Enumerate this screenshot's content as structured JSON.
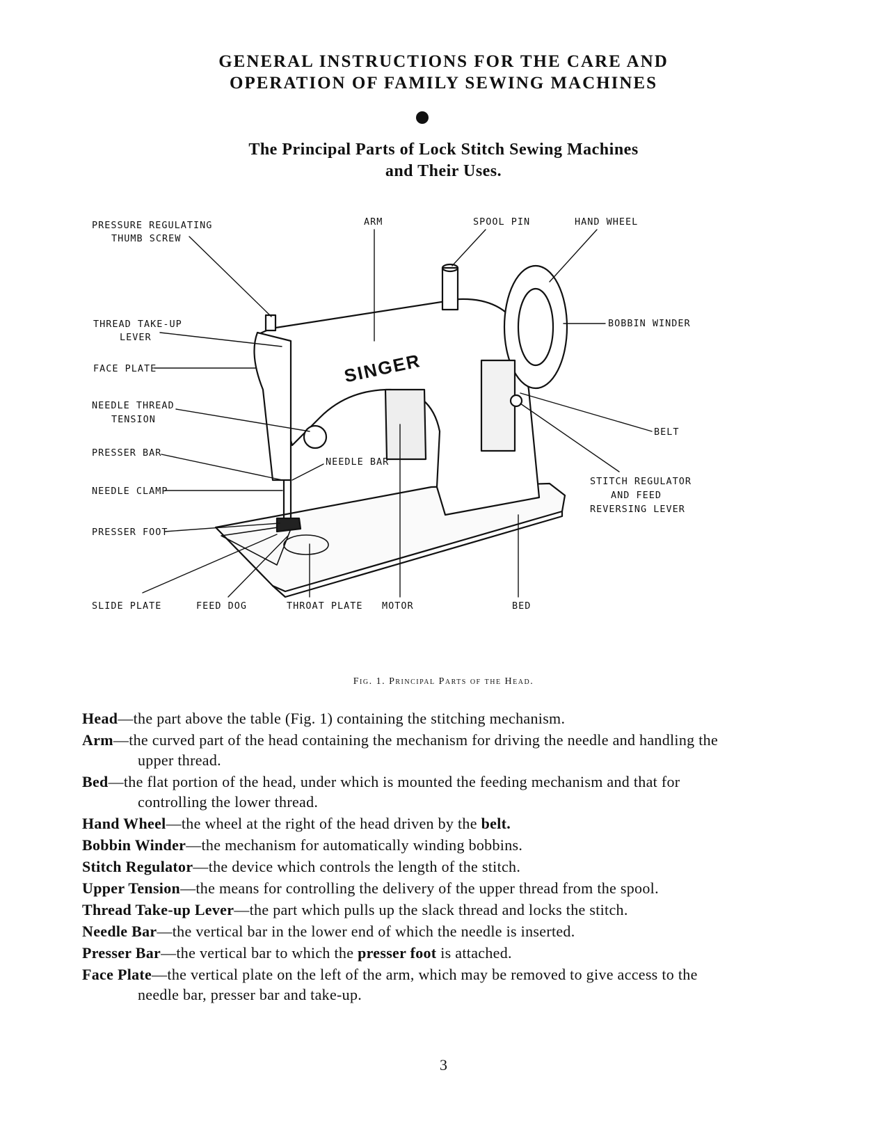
{
  "header": {
    "title_line1": "GENERAL INSTRUCTIONS FOR THE CARE AND",
    "title_line2": "OPERATION OF FAMILY SEWING MACHINES",
    "subtitle_line1": "The Principal Parts of Lock Stitch Sewing Machines",
    "subtitle_line2": "and Their Uses."
  },
  "figure": {
    "brand": "SINGER",
    "labels": {
      "pressure_1": "PRESSURE REGULATING",
      "pressure_2": "THUMB SCREW",
      "arm": "ARM",
      "spool_pin": "SPOOL PIN",
      "hand_wheel": "HAND WHEEL",
      "takeup_1": "THREAD TAKE-UP",
      "takeup_2": "LEVER",
      "face_plate": "FACE PLATE",
      "bobbin_winder": "BOBBIN WINDER",
      "tension_1": "NEEDLE THREAD",
      "tension_2": "TENSION",
      "belt": "BELT",
      "presser_bar": "PRESSER BAR",
      "needle_bar": "NEEDLE BAR",
      "needle_clamp": "NEEDLE CLAMP",
      "stitch_1": "STITCH REGULATOR",
      "stitch_2": "AND FEED",
      "stitch_3": "REVERSING LEVER",
      "presser_foot": "PRESSER FOOT",
      "slide_plate": "SLIDE PLATE",
      "feed_dog": "FEED DOG",
      "throat_plate": "THROAT PLATE",
      "motor": "MOTOR",
      "bed": "BED"
    },
    "caption": "Fig. 1. Principal Parts of the Head."
  },
  "definitions": [
    {
      "term": "Head",
      "text": "—the part above the table (Fig. 1) containing the stitching mechanism."
    },
    {
      "term": "Arm",
      "text": "—the curved part of the head containing the mechanism for driving the needle and handling the upper thread."
    },
    {
      "term": "Bed",
      "text": "—the flat portion of the head, under which is mounted the feeding mechanism and that for controlling the lower thread."
    },
    {
      "term": "Hand Wheel",
      "text": "—the wheel at the right of the head driven by the ",
      "bold_tail": "belt."
    },
    {
      "term": "Bobbin Winder",
      "text": "—the mechanism for automatically winding bobbins."
    },
    {
      "term": "Stitch Regulator",
      "text": "—the device which controls the length of the stitch."
    },
    {
      "term": "Upper Tension",
      "text": "—the means for controlling the delivery of the upper thread from the spool."
    },
    {
      "term": "Thread Take-up Lever",
      "text": "—the part which pulls up the slack thread and locks the stitch."
    },
    {
      "term": "Needle Bar",
      "text": "—the vertical bar in the lower end of which the needle is inserted."
    },
    {
      "term": "Presser Bar",
      "text": "—the vertical bar to which the ",
      "bold_mid": "presser foot",
      "text_after": " is attached."
    },
    {
      "term": "Face Plate",
      "text": "—the vertical plate on the left of the arm, which may be removed to give access to the needle bar, presser bar and take-up."
    }
  ],
  "page_number": "3"
}
